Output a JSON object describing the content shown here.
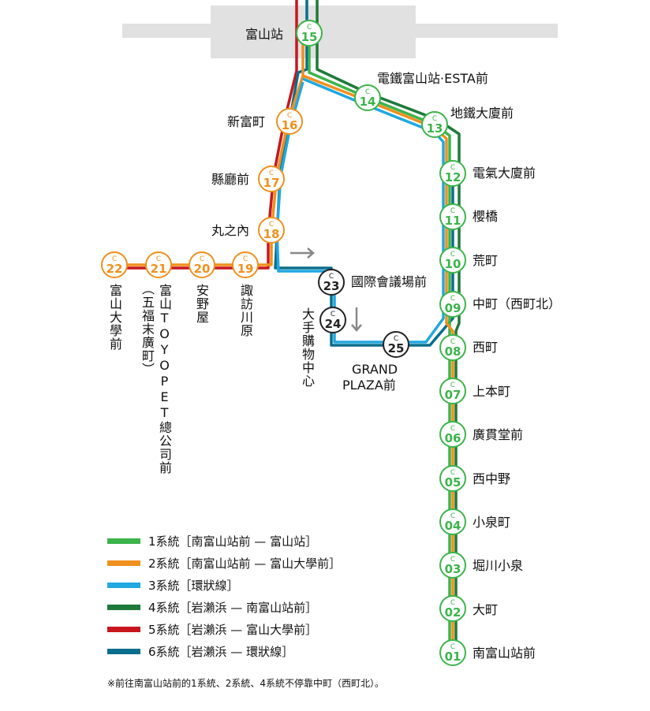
{
  "colors": {
    "line1": "#3cb44b",
    "line2": "#f0901e",
    "line3": "#20a8e0",
    "line4": "#1e7a3a",
    "line5": "#c8161e",
    "line6": "#0a6e8c",
    "station_bg": "#ffffff",
    "building": "#e1e1e1",
    "arrow": "#888888"
  },
  "station_prefix": "C",
  "stations": [
    {
      "id": "c15",
      "num": "15",
      "name": "富山站",
      "color": "green"
    },
    {
      "id": "c14",
      "num": "14",
      "name": "電鐵富山站·ESTA前",
      "color": "green"
    },
    {
      "id": "c13",
      "num": "13",
      "name": "地鐵大廈前",
      "color": "green"
    },
    {
      "id": "c12",
      "num": "12",
      "name": "電氣大廈前",
      "color": "green"
    },
    {
      "id": "c11",
      "num": "11",
      "name": "櫻橋",
      "color": "green"
    },
    {
      "id": "c10",
      "num": "10",
      "name": "荒町",
      "color": "green"
    },
    {
      "id": "c09",
      "num": "09",
      "name": "中町（西町北）",
      "color": "green"
    },
    {
      "id": "c08",
      "num": "08",
      "name": "西町",
      "color": "green"
    },
    {
      "id": "c07",
      "num": "07",
      "name": "上本町",
      "color": "green"
    },
    {
      "id": "c06",
      "num": "06",
      "name": "廣貫堂前",
      "color": "green"
    },
    {
      "id": "c05",
      "num": "05",
      "name": "西中野",
      "color": "green"
    },
    {
      "id": "c04",
      "num": "04",
      "name": "小泉町",
      "color": "green"
    },
    {
      "id": "c03",
      "num": "03",
      "name": "堀川小泉",
      "color": "green"
    },
    {
      "id": "c02",
      "num": "02",
      "name": "大町",
      "color": "green"
    },
    {
      "id": "c01",
      "num": "01",
      "name": "南富山站前",
      "color": "green"
    },
    {
      "id": "c16",
      "num": "16",
      "name": "新富町",
      "color": "orange"
    },
    {
      "id": "c17",
      "num": "17",
      "name": "縣廳前",
      "color": "orange"
    },
    {
      "id": "c18",
      "num": "18",
      "name": "丸之內",
      "color": "orange"
    },
    {
      "id": "c19",
      "num": "19",
      "name": "諏訪川原",
      "color": "orange"
    },
    {
      "id": "c20",
      "num": "20",
      "name": "安野屋",
      "color": "orange"
    },
    {
      "id": "c21",
      "num": "21",
      "name": "富山TOYOPET總公司前",
      "sub": "（五福末廣町）",
      "color": "orange"
    },
    {
      "id": "c22",
      "num": "22",
      "name": "富山大學前",
      "color": "orange"
    },
    {
      "id": "c23",
      "num": "23",
      "name": "國際會議場前",
      "color": "black"
    },
    {
      "id": "c24",
      "num": "24",
      "name": "大手購物中心",
      "color": "black"
    },
    {
      "id": "c25",
      "num": "25",
      "name_line1": "GRAND",
      "name_line2": "PLAZA前",
      "color": "black"
    }
  ],
  "legend": [
    {
      "color": "#3cb44b",
      "label": "1系統［南富山站前 — 富山站］"
    },
    {
      "color": "#f0901e",
      "label": "2系統［南富山站前 — 富山大學前］"
    },
    {
      "color": "#20a8e0",
      "label": "3系統［環狀線］"
    },
    {
      "color": "#1e7a3a",
      "label": "4系統［岩瀨浜 — 南富山站前］"
    },
    {
      "color": "#c8161e",
      "label": "5系統［岩瀨浜 — 富山大學前］"
    },
    {
      "color": "#0a6e8c",
      "label": "6系統［岩瀨浜 — 環狀線］"
    }
  ],
  "note": "※前往南富山站前的1系統、2系統、4系統不停靠中町（西町北）。"
}
